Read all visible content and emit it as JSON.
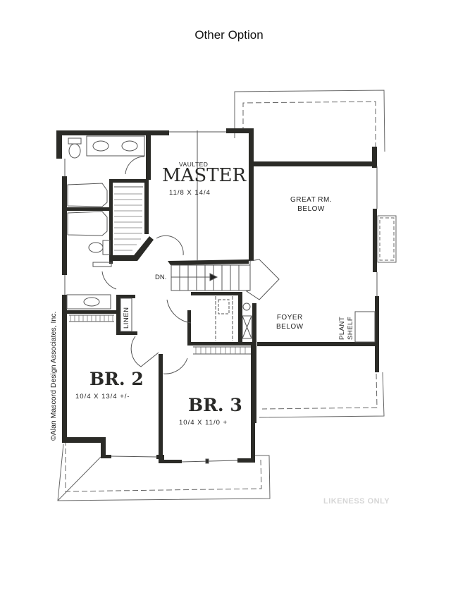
{
  "page": {
    "title": "Other Option",
    "copyright": "©Alan Mascord Design Associates, Inc.",
    "watermark": "LIKENESS ONLY"
  },
  "rooms": {
    "master": {
      "note": "VAULTED",
      "name": "MASTER",
      "dims": "11/8  X  14/4"
    },
    "great_room": {
      "line1": "GREAT RM.",
      "line2": "BELOW"
    },
    "foyer": {
      "line1": "FOYER",
      "line2": "BELOW"
    },
    "plant_shelf": {
      "line1": "PLANT",
      "line2": "SHELF"
    },
    "linen": {
      "name": "LINEN"
    },
    "stairs": {
      "label": "DN."
    },
    "br2": {
      "name": "BR. 2",
      "dims": "10/4  X  13/4  +/-"
    },
    "br3": {
      "name": "BR. 3",
      "dims": "10/4  X  11/0  +"
    }
  },
  "colors": {
    "wall": "#2b2b27",
    "line": "#555555",
    "dash": "#666666",
    "background": "#ffffff"
  }
}
